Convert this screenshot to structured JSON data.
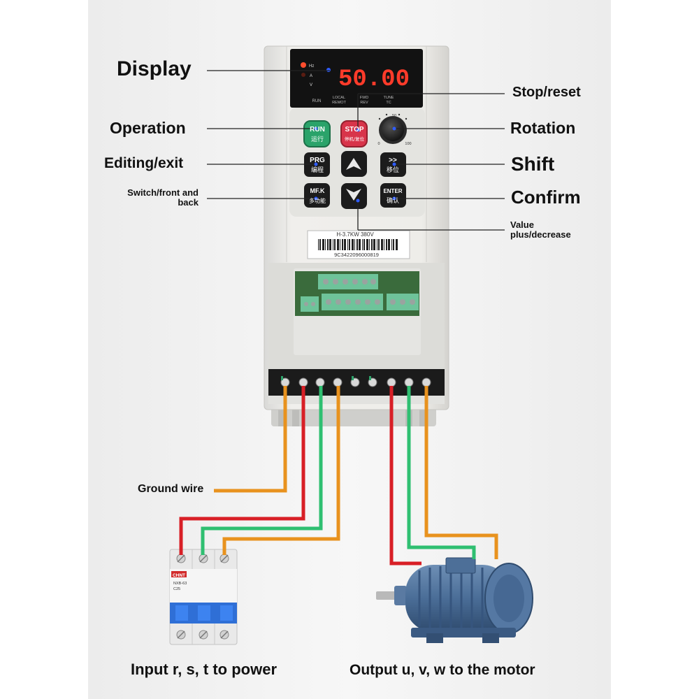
{
  "display_value": "50.00",
  "indicators": {
    "hz": "Hz",
    "a": "A",
    "v": "V"
  },
  "status_labels": {
    "run": "RUN",
    "local": "LOCAL",
    "remot": "REMOT",
    "fwd": "FWD",
    "rev": "REV",
    "tune": "TUNE",
    "tc": "TC"
  },
  "keys": {
    "run_en": "RUN",
    "run_cn": "运行",
    "stop_en": "STOP",
    "stop_cn": "停机/复位",
    "prg_en": "PRG",
    "prg_cn": "编程",
    "shift_en": ">>",
    "shift_cn": "移位",
    "mfk_en": "MF.K",
    "mfk_cn": "多功能",
    "enter_en": "ENTER",
    "enter_cn": "确认"
  },
  "knob_scale": {
    "min": "0",
    "mid": "50",
    "max": "100"
  },
  "nameplate": {
    "model": "H-3.7KW  380V",
    "serial": "9C3422096000819"
  },
  "breaker_brand": "CHNT",
  "breaker_model": "NXB-63",
  "breaker_rating": "C25",
  "labels": {
    "display": "Display",
    "operation": "Operation",
    "editing_exit": "Editing/exit",
    "switch_1": "Switch/front and",
    "switch_2": "back",
    "stop_reset": "Stop/reset",
    "rotation": "Rotation",
    "shift": "Shift",
    "confirm": "Confirm",
    "value_1": "Value",
    "value_2": "plus/decrease",
    "ground_wire": "Ground wire",
    "input": "Input r, s, t to power",
    "output": "Output u, v, w to the motor"
  },
  "colors": {
    "orange": "#E8921E",
    "red": "#D81F26",
    "green": "#2FBF71"
  }
}
